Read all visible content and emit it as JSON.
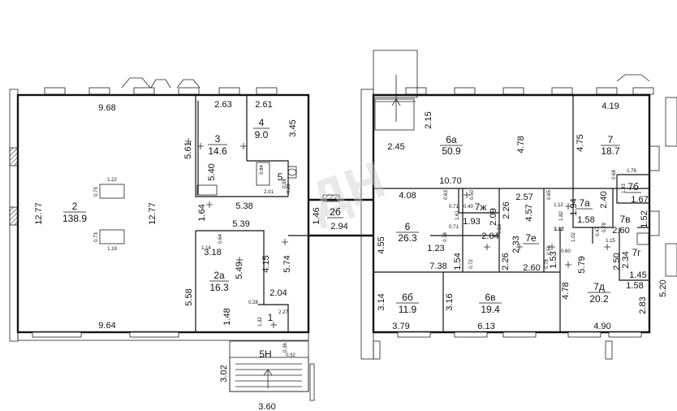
{
  "watermark": "ДН",
  "rooms": [
    {
      "num": "2",
      "area": "138.9"
    },
    {
      "num": "3",
      "area": "14.6"
    },
    {
      "num": "4",
      "area": "9.0"
    },
    {
      "num": "5",
      "area": ""
    },
    {
      "num": "2а",
      "area": "16.3"
    },
    {
      "num": "1",
      "area": ""
    },
    {
      "num": "5Н",
      "area": ""
    },
    {
      "num": "2б",
      "area": ""
    },
    {
      "num": "6а",
      "area": "50.9"
    },
    {
      "num": "7",
      "area": "18.7"
    },
    {
      "num": "6",
      "area": "26.3"
    },
    {
      "num": "7ж",
      "area": ""
    },
    {
      "num": "7е",
      "area": ""
    },
    {
      "num": "7а",
      "area": ""
    },
    {
      "num": "7б",
      "area": ""
    },
    {
      "num": "7в",
      "area": ""
    },
    {
      "num": "7г",
      "area": ""
    },
    {
      "num": "6б",
      "area": "11.9"
    },
    {
      "num": "6в",
      "area": "19.4"
    },
    {
      "num": "7д",
      "area": "20.2"
    }
  ],
  "dimensions": [
    "9.68",
    "2.63",
    "2.61",
    "3.45",
    "12.77",
    "12.77",
    "5.61",
    "5.40",
    "5.38",
    "1.64",
    "5.39",
    "3.18",
    "4.15",
    "5.49",
    "5.74",
    "5.58",
    "2.04",
    "1.48",
    "9.64",
    "3.02",
    "3.60",
    "1.46",
    "2.94",
    "2.15",
    "2.45",
    "4.78",
    "10.70",
    "4.19",
    "4.75",
    "1.78",
    "4.08",
    "4.55",
    "7.38",
    "1.54",
    "2.57",
    "2.26",
    "4.57",
    "2.33",
    "2.26",
    "2.60",
    "1.94",
    "1.58",
    "2.40",
    "1.67",
    "1.52",
    "2.60",
    "5.79",
    "2.50",
    "2.34",
    "1.45",
    "1.58",
    "3.14",
    "3.79",
    "3.16",
    "6.13",
    "4.78",
    "2.83",
    "4.90",
    "1.23",
    "2.04",
    "1.93",
    "2.09",
    "1.53",
    "5.20"
  ],
  "small_dims": [
    "1.22",
    "0.75",
    "0.73",
    "1.19",
    "0.84",
    "0.98",
    "0.26",
    "2.01",
    "0.64",
    "1.14",
    "0.28",
    "2.27",
    "1.32",
    "0.36",
    "0.32",
    "0.63",
    "0.50",
    "0.71",
    "0.40",
    "1.61",
    "0.53",
    "0.71",
    "0.78",
    "0.72",
    "0.65",
    "1.12",
    "1.82",
    "1.12",
    "0.78",
    "0.68",
    "1.43",
    "0.47",
    "1.15",
    "1.02",
    "0.56",
    "0.60",
    "0.78",
    "1.12"
  ]
}
